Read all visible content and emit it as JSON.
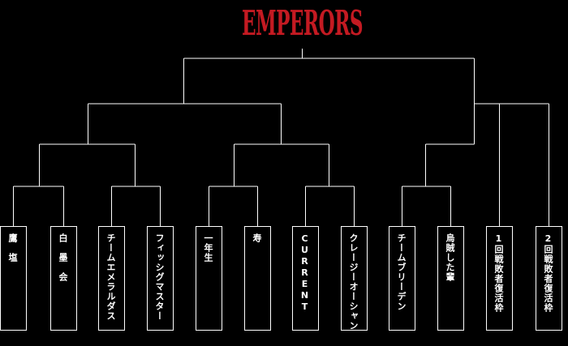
{
  "title": "EMPERORS",
  "colors": {
    "background": "#000000",
    "title": "#c41a22",
    "lines": "#ffffff",
    "text": "#ffffff"
  },
  "teams": [
    "鷹　塩",
    "白　墨　会",
    "チームエメラルダス",
    "フィッシグマスター",
    "一年生",
    "寿",
    "CURRENT",
    "クレージーオーシャン",
    "チームブリーデン",
    "烏賊した輩",
    "1回戦敗者復活枠",
    "2回戦敗者復活枠"
  ]
}
